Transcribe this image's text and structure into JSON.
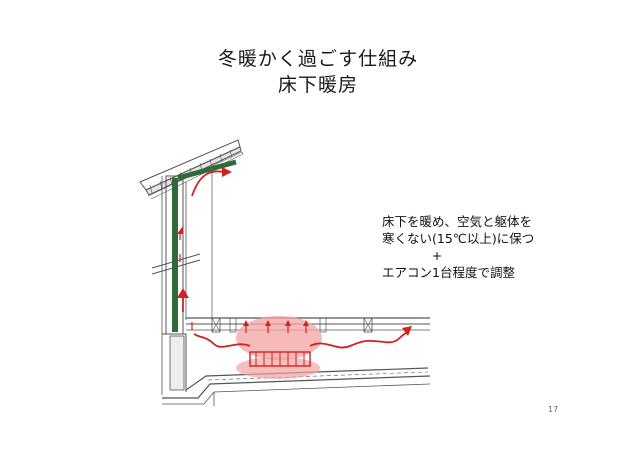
{
  "slide": {
    "title_line1": "冬暖かく過ごす仕組み",
    "title_line2": "床下暖房",
    "note_line1": "床下を暖め、空気と躯体を",
    "note_line2": "寒くない(15℃以上)に保つ",
    "note_plus": "+",
    "note_line3": "エアコン1台程度で調整",
    "page_number": "17"
  },
  "colors": {
    "wall_insulation": "#2e6b36",
    "warm_air": "#d42020",
    "heated_zone": "#f4a3a3",
    "line": "#555555"
  }
}
